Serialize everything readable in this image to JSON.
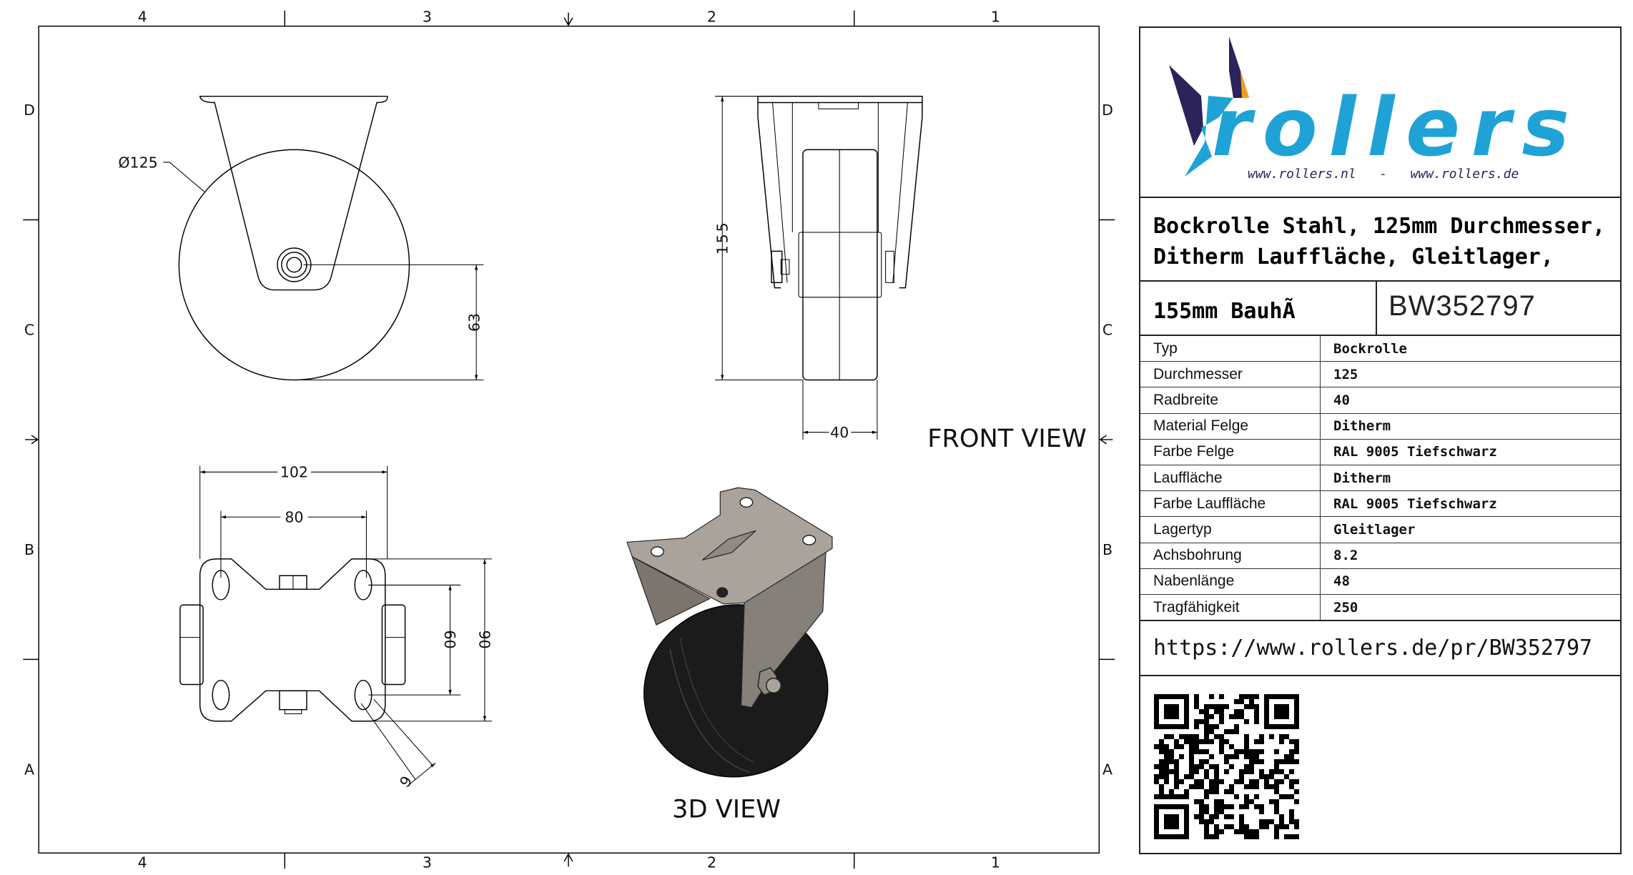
{
  "frame": {
    "columns_top": [
      "4",
      "3",
      "2",
      "1"
    ],
    "columns_bottom": [
      "4",
      "3",
      "2",
      "1"
    ],
    "rows_left": [
      "D",
      "C",
      "B",
      "A"
    ],
    "rows_right": [
      "D",
      "C",
      "B",
      "A"
    ]
  },
  "views": {
    "side": {
      "diameter_label": "Ø125",
      "axle_height": "63"
    },
    "front": {
      "label": "FRONT VIEW",
      "height": "155",
      "wheel_width": "40"
    },
    "top": {
      "plate_width": "102",
      "hole_spacing_x": "80",
      "hole_spacing_y": "60",
      "plate_depth": "90",
      "slot_width": "9"
    },
    "iso": {
      "label": "3D VIEW"
    }
  },
  "title_block": {
    "logo": {
      "brand": "rollers",
      "urls": "www.rollers.nl   -   www.rollers.de",
      "brand_color": "#1fa3d6",
      "dark_color": "#2b2359",
      "accent_color": "#f39a1e"
    },
    "title_line1": "Bockrolle Stahl, 125mm Durchmesser,",
    "title_line2": "Ditherm Lauffläche, Gleitlager,",
    "title_line3": "155mm BauhÃ",
    "part_number": "BW352797",
    "specs": [
      {
        "key": "Typ",
        "value": "Bockrolle"
      },
      {
        "key": "Durchmesser",
        "value": "125"
      },
      {
        "key": "Radbreite",
        "value": "40"
      },
      {
        "key": "Material Felge",
        "value": "Ditherm"
      },
      {
        "key": "Farbe Felge",
        "value": "RAL 9005 Tiefschwarz"
      },
      {
        "key": "Lauffläche",
        "value": "Ditherm"
      },
      {
        "key": "Farbe Lauffläche",
        "value": "RAL 9005 Tiefschwarz"
      },
      {
        "key": "Lagertyp",
        "value": "Gleitlager"
      },
      {
        "key": "Achsbohrung",
        "value": "8.2"
      },
      {
        "key": "Nabenlänge",
        "value": "48"
      },
      {
        "key": "Tragfähigkeit",
        "value": "250"
      }
    ],
    "url": "https://www.rollers.de/pr/BW352797"
  }
}
